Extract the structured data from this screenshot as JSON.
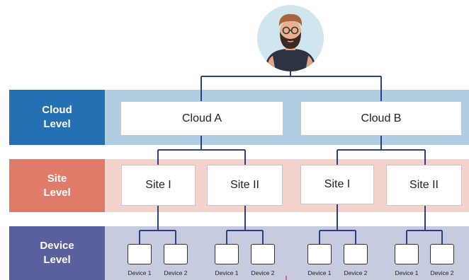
{
  "colors": {
    "cloud_band": "#b0cde1",
    "cloud_label": "#2470b3",
    "site_band": "#f3d2cc",
    "site_label": "#e07b6a",
    "device_band": "#c6cbe0",
    "device_label": "#5a5f9e",
    "connector": "#2d3e8a"
  },
  "levels": {
    "cloud": "Cloud\nLevel",
    "site": "Site\nLevel",
    "device": "Device\nLevel"
  },
  "clouds": [
    "Cloud A",
    "Cloud B"
  ],
  "sites": [
    "Site I",
    "Site II",
    "Site I",
    "Site II"
  ],
  "devices": [
    "Device 1",
    "Device 2",
    "Device 1",
    "Device 2",
    "Device 1",
    "Device 2",
    "Device 1",
    "Device 2"
  ],
  "avatar_icon": "bearded-person-avatar-icon"
}
